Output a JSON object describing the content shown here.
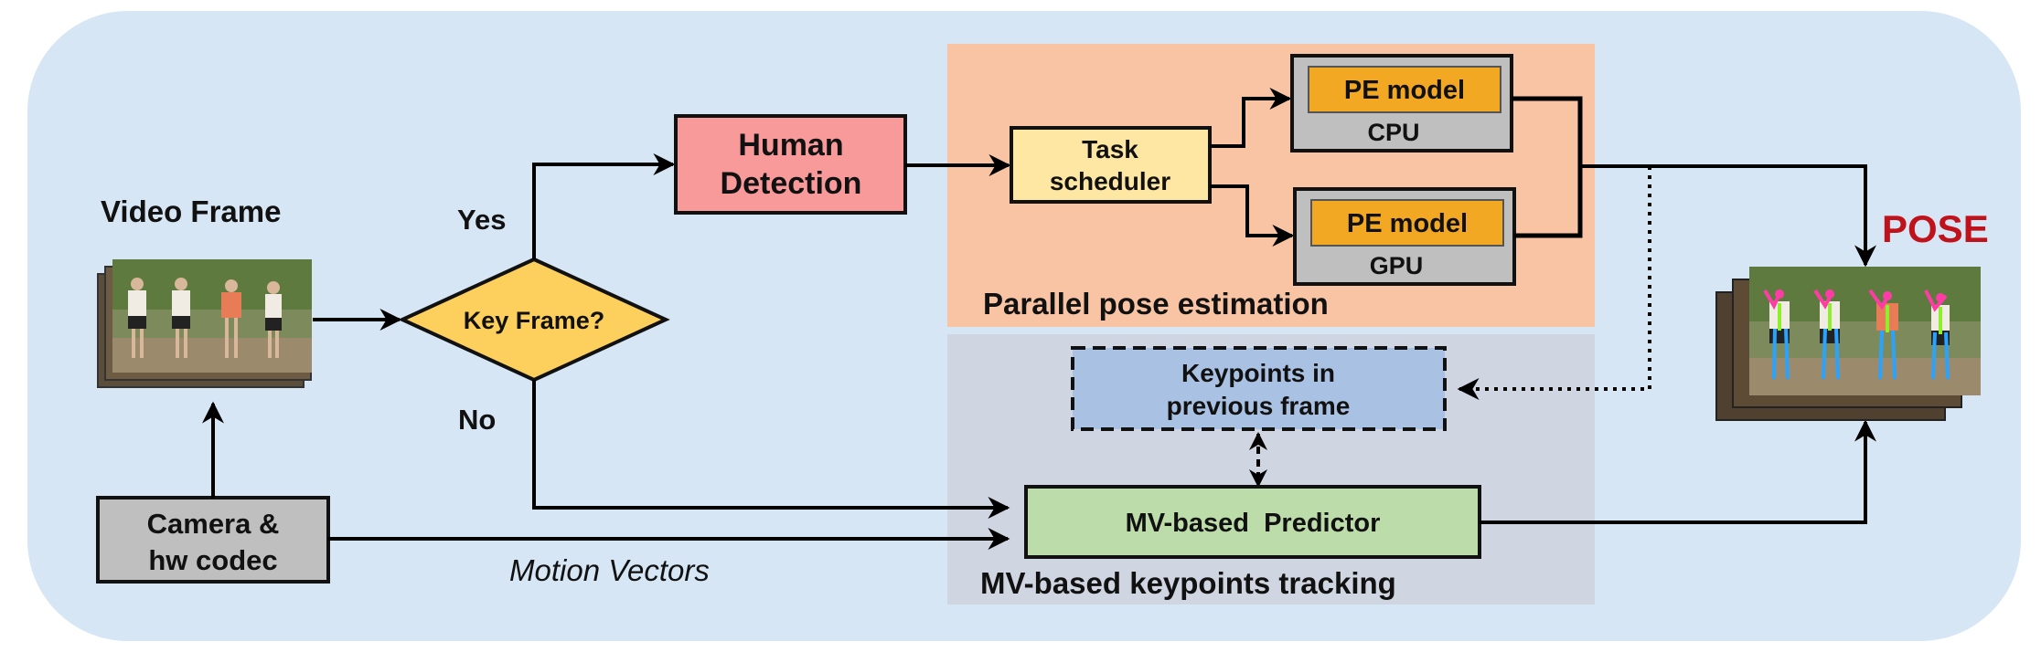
{
  "colors": {
    "background_panel": "#d6e6f4",
    "parallel_region": "#f9c4a4",
    "tracking_region": "#cfd6e2",
    "human_detection": "#f89a9a",
    "task_scheduler": "#fde7a3",
    "pe_model_outer": "#bfbfbf",
    "pe_model_inner": "#f3a824",
    "key_frame": "#fdcf5c",
    "keypoints_box": "#a9c1e3",
    "predictor": "#bcdcaa",
    "camera_box": "#bfbfbf",
    "pose_label": "#c0121b"
  },
  "labels": {
    "video_frame": "Video Frame",
    "key_frame": "Key Frame?",
    "yes": "Yes",
    "no": "No",
    "human_detection_line1": "Human",
    "human_detection_line2": "Detection",
    "task_scheduler_line1": "Task",
    "task_scheduler_line2": "scheduler",
    "pe_model": "PE model",
    "cpu": "CPU",
    "gpu": "GPU",
    "parallel_pose_estimation": "Parallel pose estimation",
    "keypoints_line1": "Keypoints in",
    "keypoints_line2": "previous frame",
    "mv_predictor": "MV-based  Predictor",
    "mv_tracking": "MV-based keypoints tracking",
    "camera_line1": "Camera &",
    "camera_line2": "hw codec",
    "motion_vectors": "Motion Vectors",
    "pose": "POSE"
  }
}
